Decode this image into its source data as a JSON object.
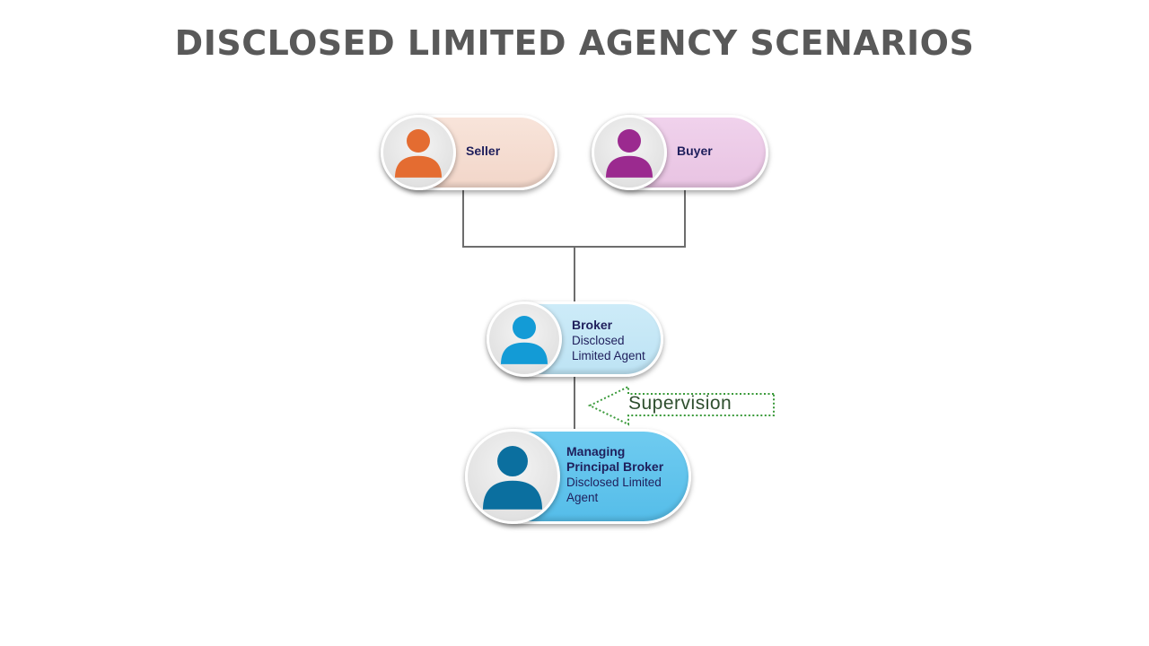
{
  "title": "DISCLOSED LIMITED AGENCY SCENARIOS",
  "colors": {
    "seller": "#e46c31",
    "seller_fill": "#f4dbd0",
    "buyer": "#9b2a8f",
    "buyer_fill": "#ebc9e6",
    "broker": "#139bd6",
    "broker_fill": "#c2e6f5",
    "managing": "#0b6f9f",
    "managing_fill": "#5ec2ec",
    "connector": "#6d6d6d",
    "supervision_arrow": "#3a9a3a"
  },
  "nodes": {
    "seller": {
      "name": "Seller",
      "icon": "person-icon"
    },
    "buyer": {
      "name": "Buyer",
      "icon": "person-icon"
    },
    "broker": {
      "name": "Broker",
      "role_line1": "Disclosed",
      "role_line2": "Limited Agent",
      "icon": "person-icon"
    },
    "managing": {
      "name_line1": "Managing",
      "name_line2": "Principal Broker",
      "role_line1": "Disclosed Limited",
      "role_line2": "Agent",
      "icon": "person-icon"
    }
  },
  "supervision": {
    "label": "Supervision",
    "icon": "left-arrow-icon"
  }
}
